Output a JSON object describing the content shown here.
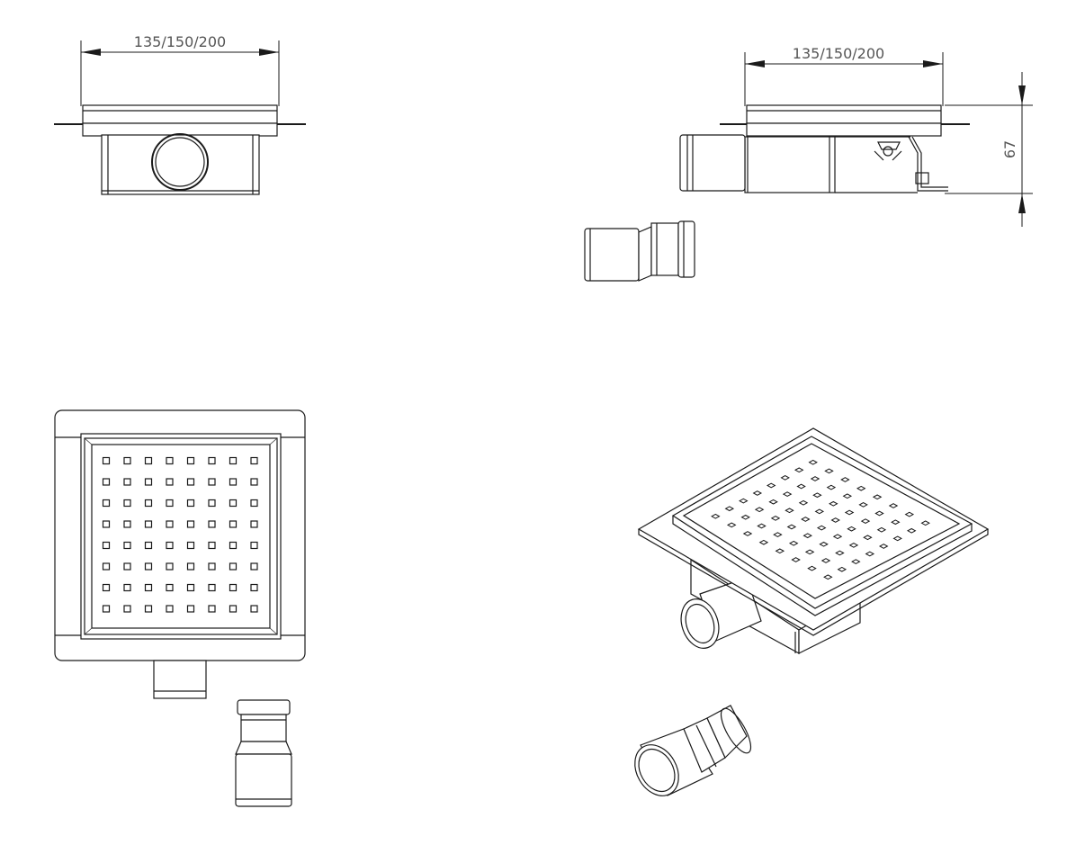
{
  "dimensions": {
    "width_label": "135/150/200",
    "height_label": "67"
  },
  "colors": {
    "line": "#1a1a1a",
    "dimension_text": "#555555",
    "background": "#ffffff"
  },
  "grate": {
    "rows": 8,
    "cols": 8
  }
}
